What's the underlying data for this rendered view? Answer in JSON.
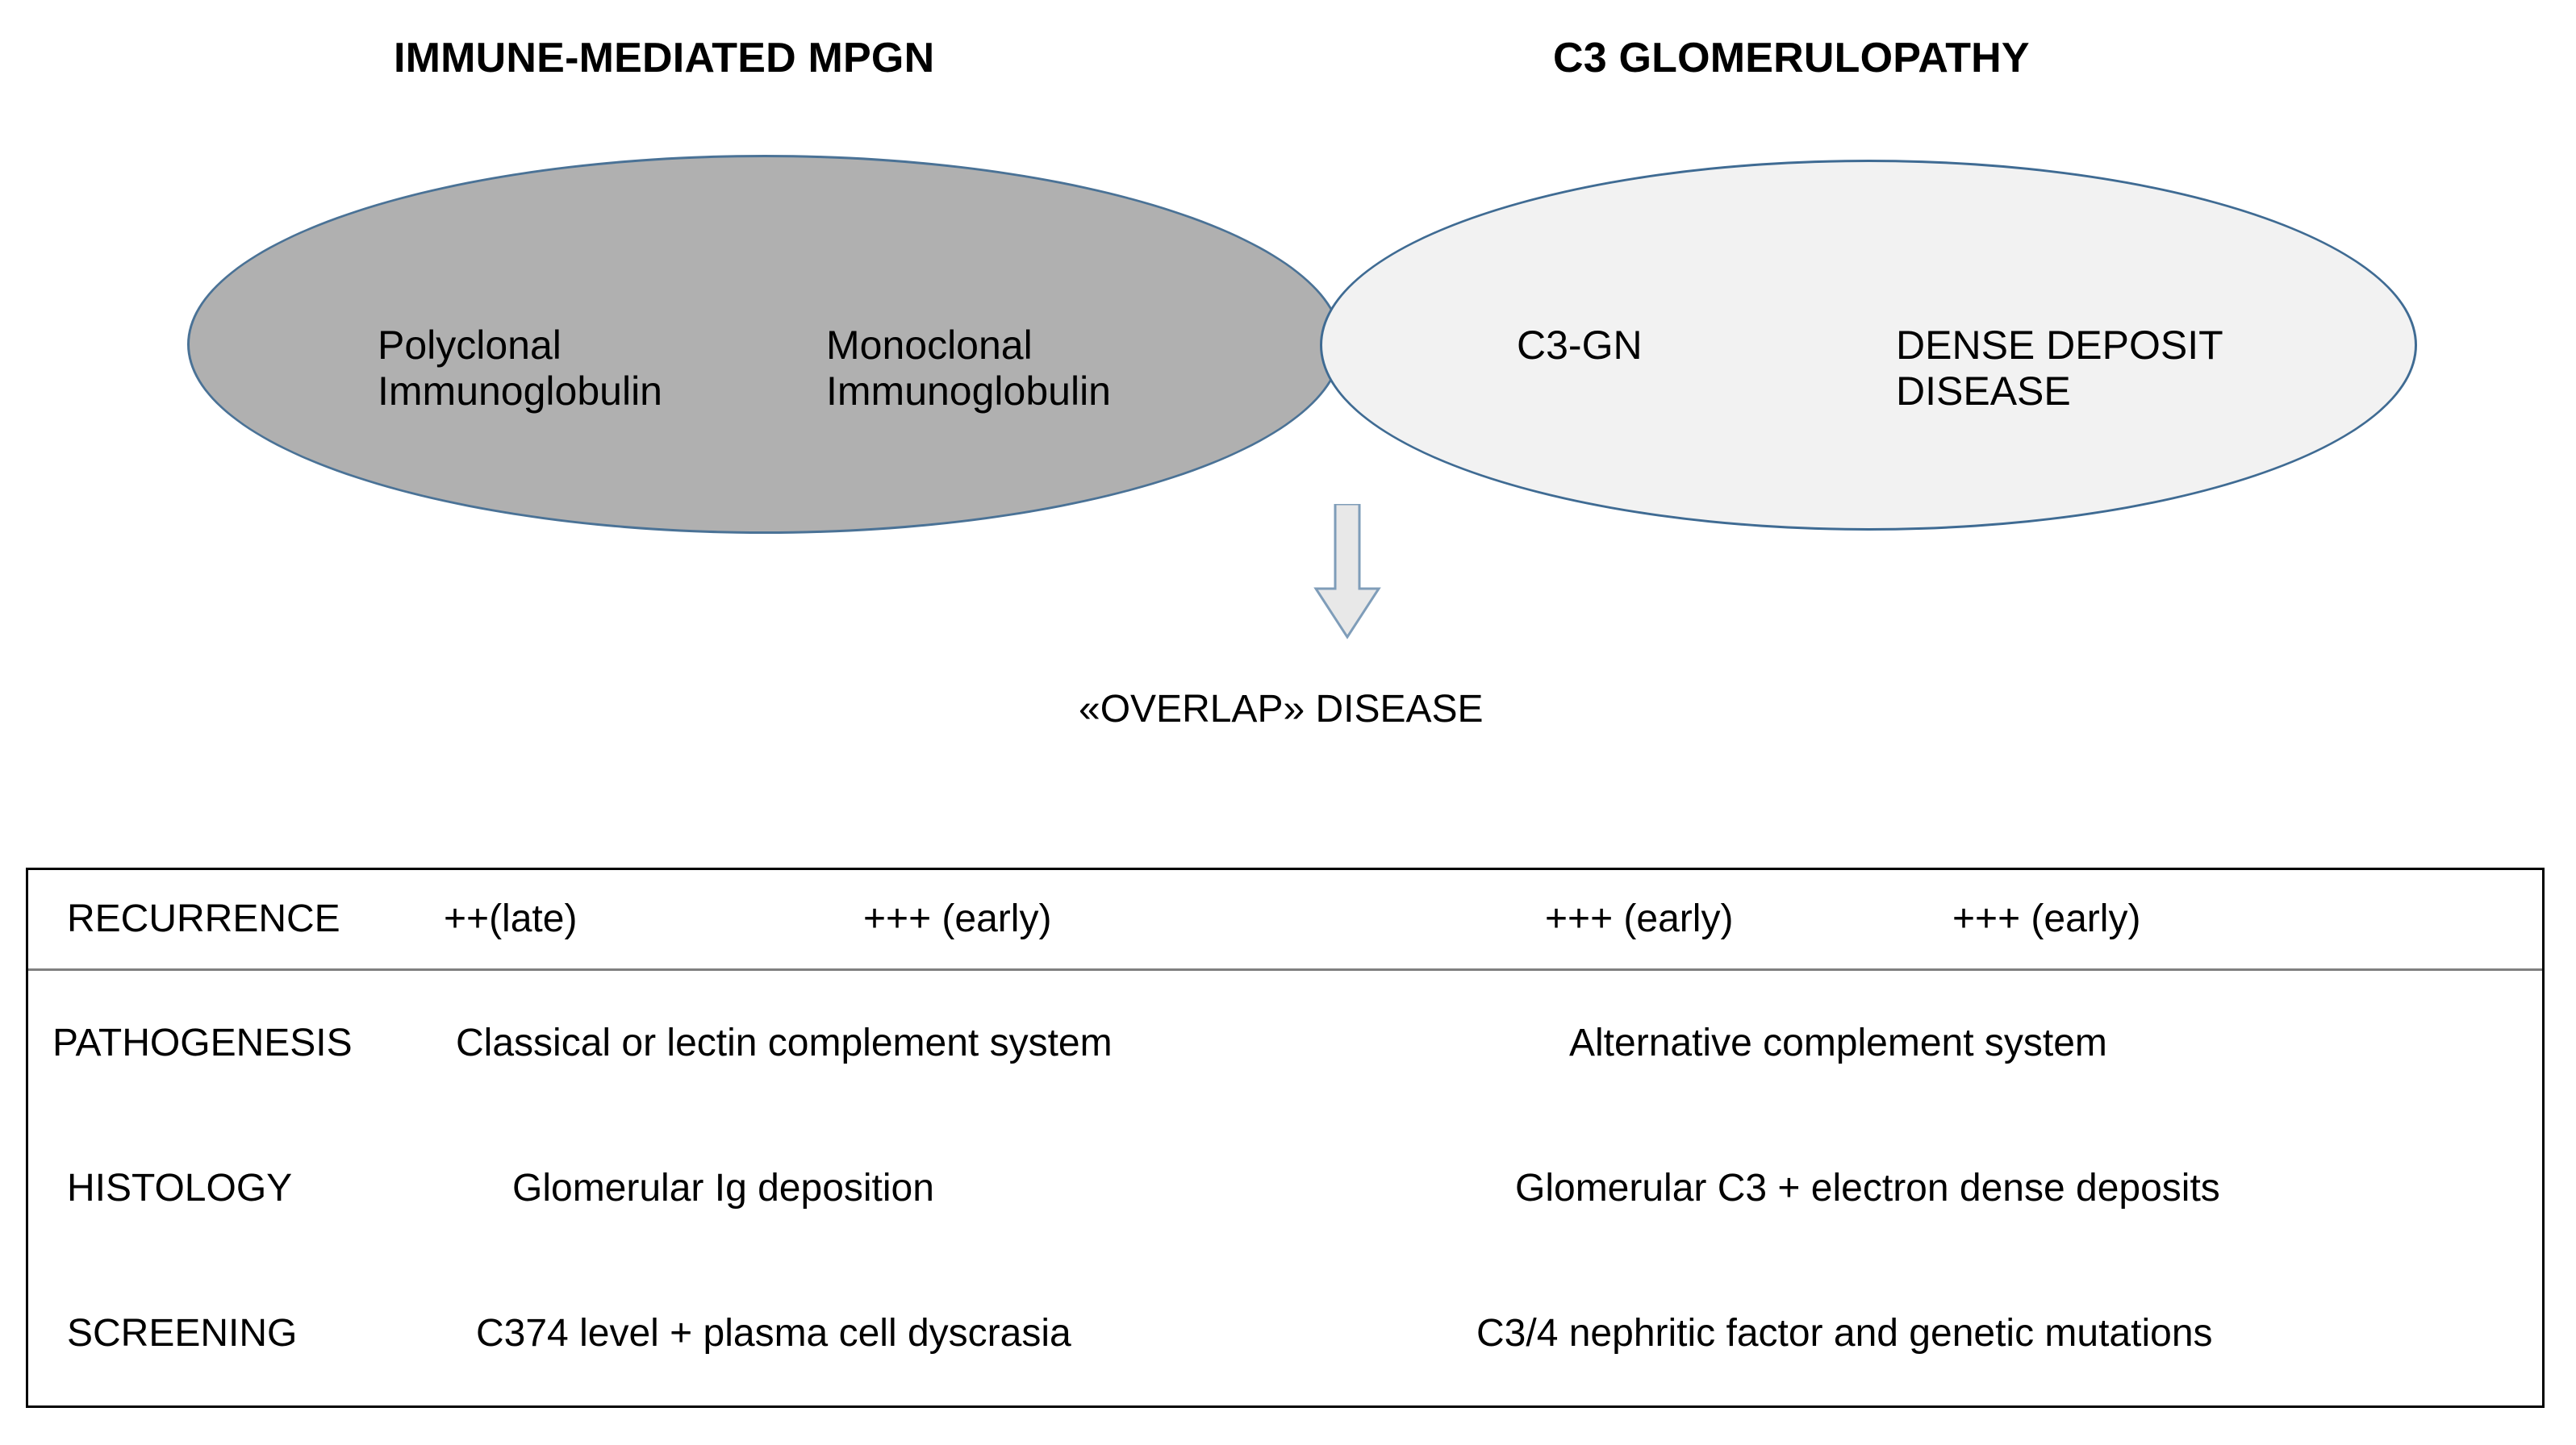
{
  "headings": {
    "left": "IMMUNE-MEDIATED MPGN",
    "right": "C3 GLOMERULOPATHY"
  },
  "venn": {
    "left_ellipse": {
      "fill": "#b0b0b0",
      "stroke": "#4a7296",
      "labels": [
        "Polyclonal\nImmunoglobulin",
        "Monoclonal\nImmunoglobulin"
      ]
    },
    "right_ellipse": {
      "fill": "#f2f2f2",
      "stroke": "#3f6b93",
      "labels": [
        "C3-GN",
        "DENSE DEPOSIT\nDISEASE"
      ]
    },
    "arrow": {
      "icon": "arrow-down-icon",
      "fill": "#e8e8e8",
      "stroke": "#7f9db9"
    },
    "overlap_label": "«OVERLAP» DISEASE"
  },
  "table": {
    "border_color": "#000000",
    "divider_color": "#808080",
    "rows": [
      {
        "label": "RECURRENCE",
        "values": [
          "++(late)",
          "+++ (early)",
          "+++ (early)",
          "+++ (early)"
        ]
      },
      {
        "label": "PATHOGENESIS",
        "left": "Classical or lectin complement system",
        "right": "Alternative complement system"
      },
      {
        "label": "HISTOLOGY",
        "left": "Glomerular Ig deposition",
        "right": "Glomerular C3 + electron dense deposits"
      },
      {
        "label": "SCREENING",
        "left": "C374 level + plasma cell dyscrasia",
        "right": "C3/4 nephritic factor and genetic mutations"
      }
    ]
  }
}
